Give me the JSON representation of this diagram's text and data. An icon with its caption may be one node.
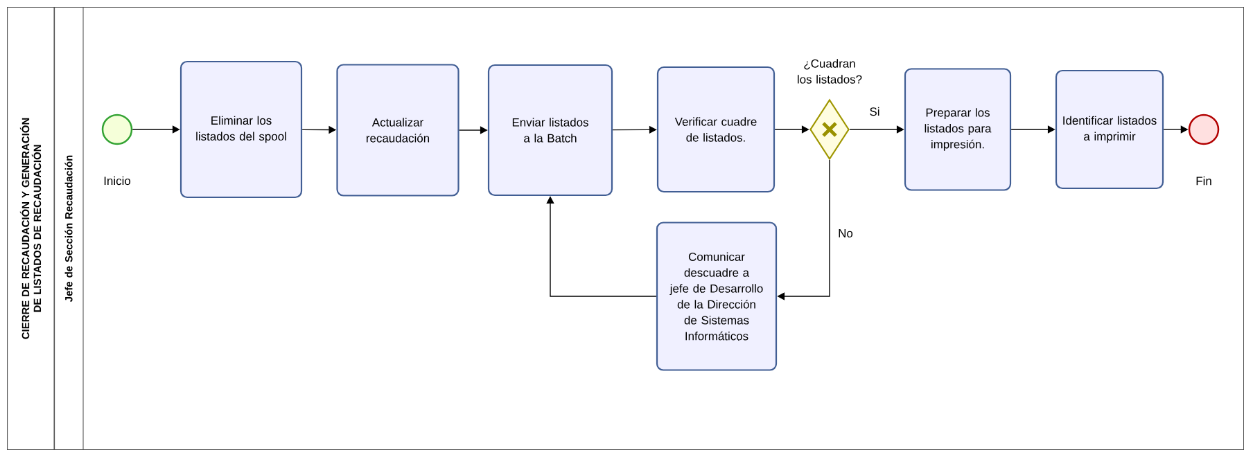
{
  "diagram": {
    "nodes": [
      {
        "text": [
          "CIERRE DE RECAUDACIÓN Y GENERACIÓN DE LISTADOS DE RECAUDACIÓN"
        ]
      },
      {
        "text": [
          "Jefe de Sección Recaudación"
        ],
        "in": 0
      },
      {
        "text": [],
        "shape": "circle",
        "beside": [
          "Inicio"
        ],
        "in": 1
      },
      {
        "text": [
          "Eliminar los listados del spool"
        ],
        "in": 1
      },
      {
        "text": [
          "Actualizar recaudación"
        ],
        "in": 1
      },
      {
        "text": [
          "Enviar listados a la Batch"
        ],
        "in": 1
      },
      {
        "text": [
          "Verificar cuadre de listados."
        ],
        "in": 1
      },
      {
        "text": [],
        "shape": "diamond",
        "beside": [
          "¿Cuadran los listados?"
        ],
        "in": 1
      },
      {
        "text": [
          "Preparar los listados para impresión."
        ],
        "in": 1
      },
      {
        "text": [
          "Identificar listados a imprimir"
        ],
        "in": 1
      },
      {
        "text": [],
        "shape": "circle",
        "beside": [
          "Fin"
        ],
        "in": 1
      },
      {
        "text": [
          "Comunicar descuadre a jefe de Desarrollo de la Dirección de Sistemas Informáticos"
        ],
        "in": 1
      }
    ],
    "edges": [
      {
        "from": 2,
        "to": 3,
        "arrow": "to"
      },
      {
        "from": 3,
        "to": 4,
        "arrow": "to"
      },
      {
        "from": 4,
        "to": 5,
        "arrow": "to"
      },
      {
        "from": 5,
        "to": 6,
        "arrow": "to"
      },
      {
        "from": 6,
        "to": 7,
        "arrow": "to"
      },
      {
        "from": 7,
        "to": 8,
        "arrow": "to",
        "label": "Si"
      },
      {
        "from": 8,
        "to": 9,
        "arrow": "to"
      },
      {
        "from": 9,
        "to": 10,
        "arrow": "to"
      },
      {
        "from": 7,
        "to": 11,
        "arrow": "to",
        "label": "No"
      },
      {
        "from": 11,
        "to": 5,
        "arrow": "to"
      }
    ]
  }
}
